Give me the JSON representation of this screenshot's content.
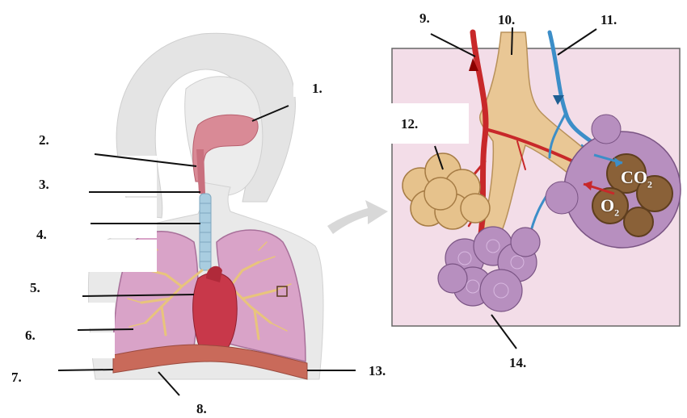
{
  "figure": {
    "labels": [
      "1.",
      "2.",
      "3.",
      "4.",
      "5.",
      "6.",
      "7.",
      "8.",
      "9.",
      "10.",
      "11.",
      "12.",
      "13.",
      "14."
    ],
    "gas_co2": {
      "main": "CO",
      "sub": "2"
    },
    "gas_o2": {
      "main": "O",
      "sub": "2"
    }
  },
  "colors": {
    "inset_bg": "#f3dde8",
    "lung": "#d9a3c8",
    "bronchi": "#e8c47c",
    "heart": "#c8384a",
    "artery": "#c8282a",
    "vein": "#3c8ec8",
    "alveoli": "#b78fbf",
    "bronchus_tan": "#e9c795",
    "skin": "#dcdcdc",
    "diaphragm": "#c96a5a"
  }
}
